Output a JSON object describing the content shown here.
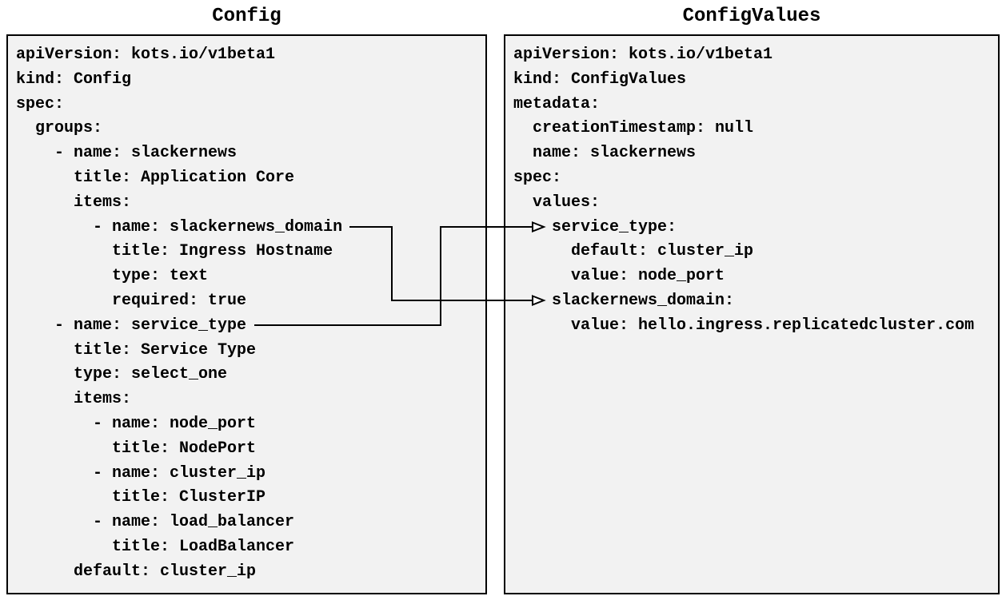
{
  "panels": {
    "config": {
      "title": "Config",
      "yaml_lines": [
        "apiVersion: kots.io/v1beta1",
        "kind: Config",
        "spec:",
        "  groups:",
        "    - name: slackernews",
        "      title: Application Core",
        "      items:",
        "        - name: slackernews_domain",
        "          title: Ingress Hostname",
        "          type: text",
        "          required: true",
        "    - name: service_type",
        "      title: Service Type",
        "      type: select_one",
        "      items:",
        "        - name: node_port",
        "          title: NodePort",
        "        - name: cluster_ip",
        "          title: ClusterIP",
        "        - name: load_balancer",
        "          title: LoadBalancer",
        "      default: cluster_ip"
      ]
    },
    "configvalues": {
      "title": "ConfigValues",
      "yaml_lines": [
        "apiVersion: kots.io/v1beta1",
        "kind: ConfigValues",
        "metadata:",
        "  creationTimestamp: null",
        "  name: slackernews",
        "spec:",
        "  values:",
        "    service_type:",
        "      default: cluster_ip",
        "      value: node_port",
        "    slackernews_domain:",
        "      value: hello.ingress.replicatedcluster.com"
      ]
    }
  },
  "connections": [
    {
      "from": "Config item name: slackernews_domain",
      "to": "ConfigValues spec.values.slackernews_domain"
    },
    {
      "from": "Config item name: service_type",
      "to": "ConfigValues spec.values.service_type"
    }
  ],
  "colors": {
    "page_bg": "#ffffff",
    "panel_bg": "#f2f2f2",
    "panel_border": "#000000",
    "text": "#000000",
    "connector": "#000000"
  }
}
